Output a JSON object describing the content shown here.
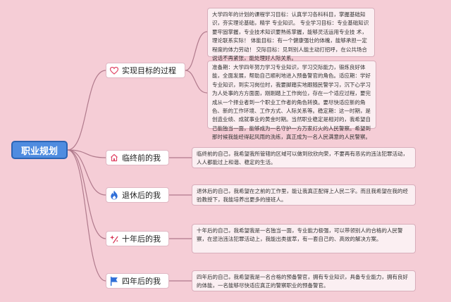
{
  "root": {
    "label": "职业规划"
  },
  "branches": [
    {
      "label": "实现目标的过程",
      "icon": "heart-icon",
      "notes": [
        "大学四年的计划的课程学习目标：认真学习各科科目，掌握基础知识，夯实理论基础，精学 专业知识。 专业学习目标：专业基础知识要牢固掌握，专业技术知识要熟练掌握，能够灵活运用专业技 术，理论联系实际！ 体能目标：有一个健康强壮的体魄，能够承担一定程度的体力劳动！ 交际目标：见到别人能主动打招呼，在公共场合说话不再紧张，能处理好人际关系。",
        "准备期：大学四年努力学习专业知识，学习交际能力，锻炼良好体能，全面发展，帮助自己顺利地进入预备警官的角色。适应期：学好专业知识，到实习岗位时，我要脚踏实地跟随民警学习，沉下心学习为人处事的方方面面，刚刚踏上工作岗位，存在一个适应过程，要完成从一个择业者到一个职业工作者的角色转换。要尽快适应新的角色、新的工作环境、工作方式、人际关系等。稳定期：这一时期，是创造业绩、成就事业的黄金时期。当然职业稳定是相对的，我希望自己能独当一面，能够成为一名守护一方万家灯火的人民警察。希望到那时候我能经得起风雨的洗练，真正成为一名人民满意的人民警察。"
      ]
    },
    {
      "label": "临终前的我",
      "icon": "home-icon",
      "notes": [
        "临终前的自己，我希望我所管辖的区域可以做到欣欣向荣，不要再有恶劣的违法犯罪活动，人人都能过上和谐、稳定的生活。"
      ]
    },
    {
      "label": "退休后的我",
      "icon": "flame-icon",
      "notes": [
        "退休后的自己，我希望在之前的工作里，能让我真正配得上人民二字。而且我希望在我的经验教授下，我能培养出更多的接班人。"
      ]
    },
    {
      "label": "十年后的我",
      "icon": "sparkle-icon",
      "notes": [
        "十年后的自己，我希望我是一名独当一面，专业能力极强，可以带领别人的合格的人民警察，在惩治违法犯罪活动上，我能出类拔萃，有一套自己的、高效的解决方案。"
      ]
    },
    {
      "label": "四年后的我",
      "icon": "flag-icon",
      "notes": [
        "四年后的自己，我希望我是一名合格的预备警官，拥有专业知识，具备专业能力，拥有良好的体能，一名能够尽快适应真正的警察职业的预备警官。"
      ]
    }
  ],
  "colors": {
    "background": "#f5cdd6",
    "root_fill": "#4f8ce0",
    "connector": "#b07a8c",
    "heart": "#e04868",
    "home": "#e04868",
    "flame": "#2f6fd8",
    "sparkle": "#d83a5a",
    "flag": "#2f6fd8"
  }
}
